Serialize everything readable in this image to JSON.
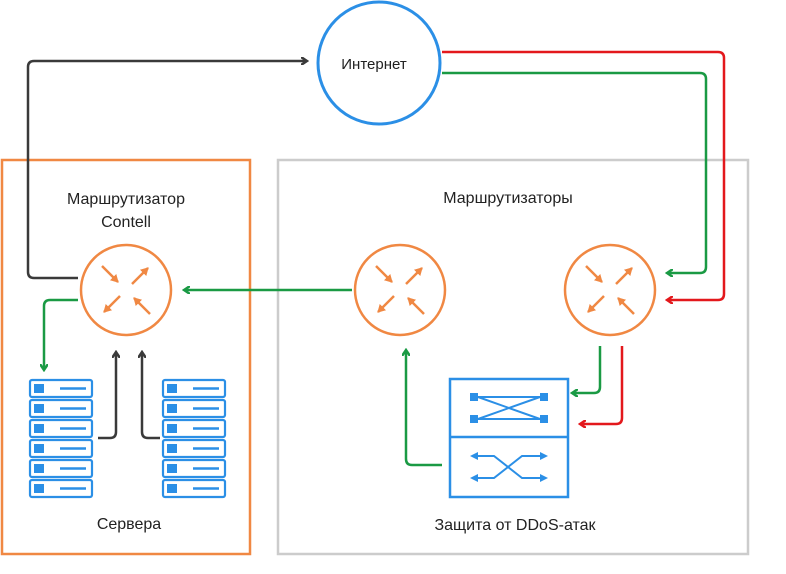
{
  "internet": {
    "label": "Интернет"
  },
  "contell": {
    "label_line1": "Маршрутизатор",
    "label_line2": "Contell"
  },
  "routers": {
    "label": "Маршрутизаторы"
  },
  "servers": {
    "label": "Сервера"
  },
  "ddos": {
    "label": "Защита от DDoS-атак"
  },
  "colors": {
    "orange": "#f08843",
    "blue": "#2b8fe6",
    "server_blue": "#2b8fe6",
    "gray_box": "#cccccc",
    "line_dark": "#3a3a3a",
    "line_green": "#1a9a44",
    "line_red": "#e3181c"
  },
  "icons": [
    "router-icon",
    "server-rack-icon",
    "ddos-switch-icon"
  ]
}
